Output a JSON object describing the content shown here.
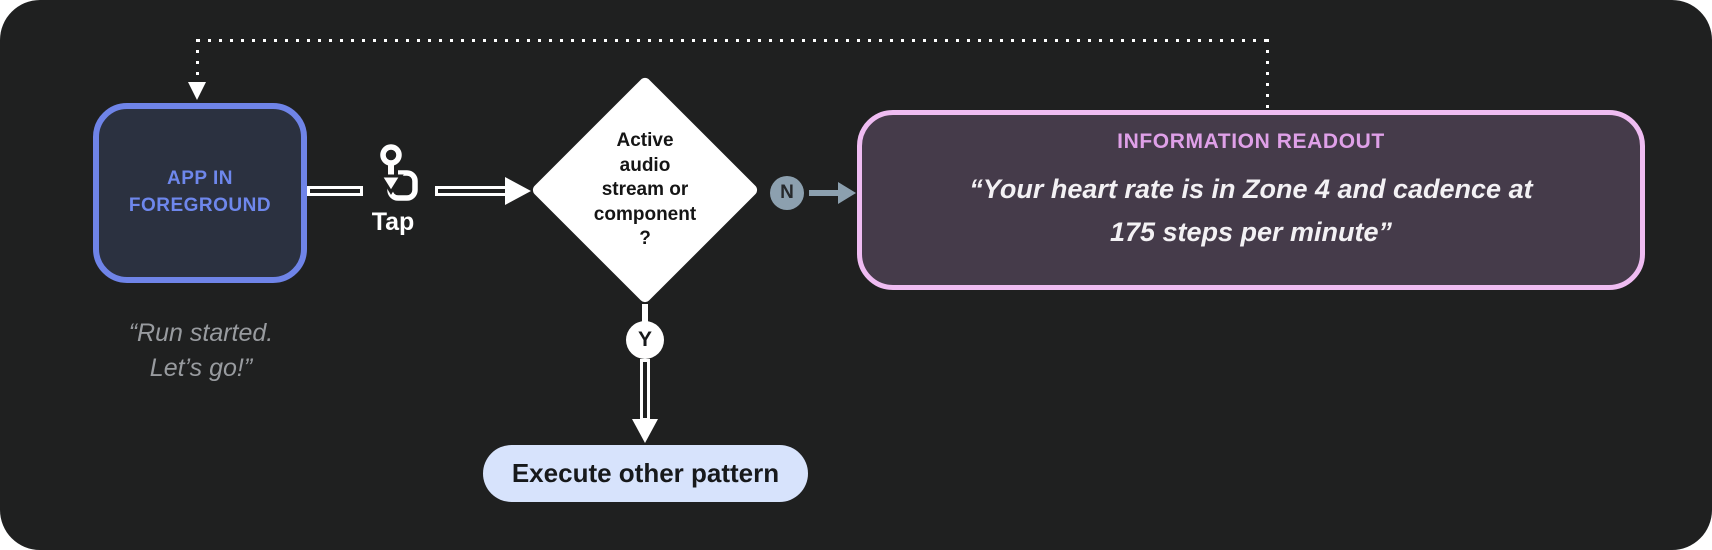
{
  "diagram": {
    "title": "tap-gesture audio flow",
    "colors": {
      "background": "#1f2020",
      "app_border": "#6f84e8",
      "app_fill": "#2b3140",
      "app_text": "#6e87ec",
      "readout_border": "#efbcf2",
      "readout_fill": "#453b4a",
      "readout_title": "#dfa0e8",
      "no_branch": "#8ca0af",
      "action_pill": "#d7e3fc"
    },
    "app_node": {
      "label": "APP IN FOREGROUND",
      "caption_lines": [
        "“Run started.",
        "Let’s go!”"
      ]
    },
    "tap": {
      "label": "Tap",
      "icon": "tap-gesture-icon"
    },
    "decision": {
      "lines": [
        "Active",
        "audio",
        "stream or",
        "component",
        "?"
      ]
    },
    "branch_no": {
      "label": "N"
    },
    "branch_yes": {
      "label": "Y"
    },
    "action_node": {
      "label": "Execute other pattern"
    },
    "readout_node": {
      "title": "INFORMATION READOUT",
      "quote_lines": [
        "“Your heart rate is in Zone 4 and cadence at",
        "175 steps per minute”"
      ]
    }
  }
}
